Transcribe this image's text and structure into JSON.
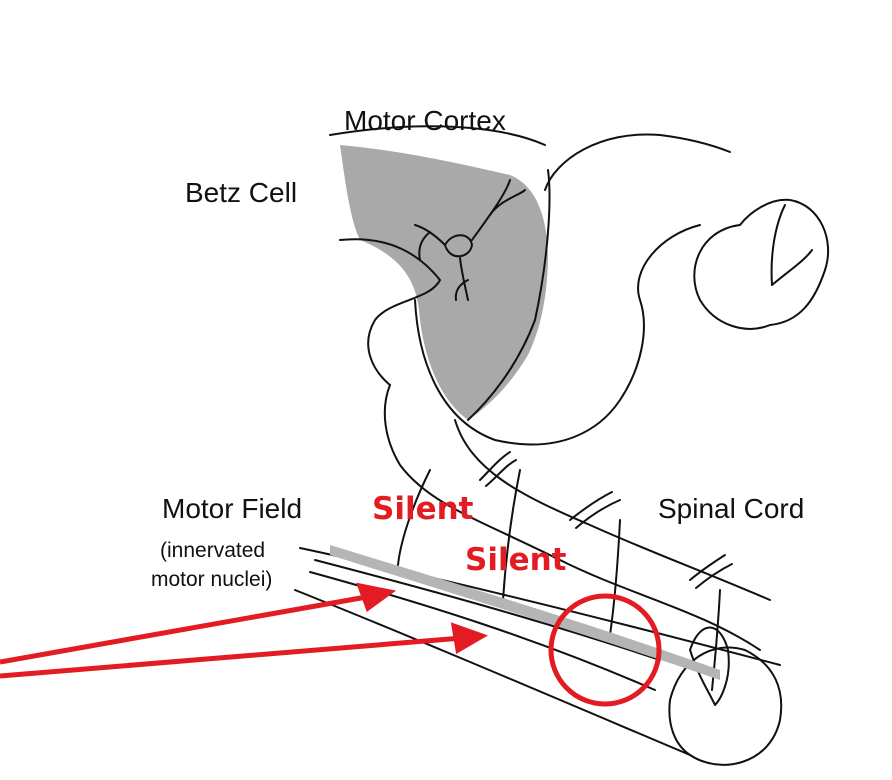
{
  "labels": {
    "motor_cortex": "Motor Cortex",
    "betz_cell": "Betz Cell",
    "motor_field": "Motor Field",
    "innervated_line1": "(innervated",
    "innervated_line2": "motor nuclei)",
    "spinal_cord": "Spinal Cord"
  },
  "annotations": {
    "silent_1": "Silent",
    "silent_2": "Silent"
  },
  "colors": {
    "line": "#111111",
    "cortex_fill": "#a9a9a9",
    "tract_fill": "#b5b5b5",
    "annotation": "#e31b23"
  }
}
